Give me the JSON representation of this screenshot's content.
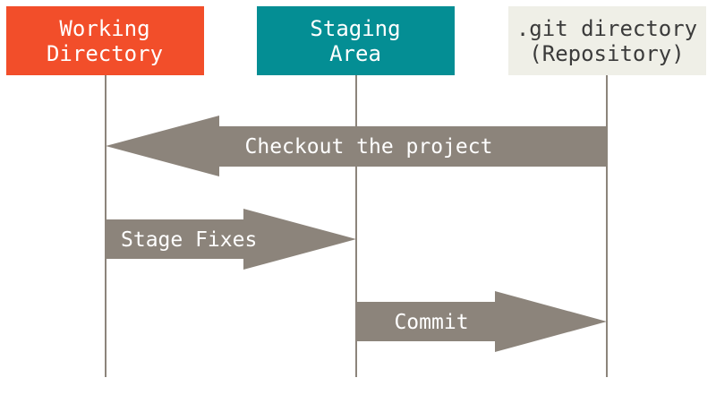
{
  "columns": [
    {
      "id": "working",
      "line1": "Working",
      "line2": "Directory",
      "fill": "#f24e2a",
      "text_color": "#ffffff"
    },
    {
      "id": "staging",
      "line1": "Staging",
      "line2": "Area",
      "fill": "#048e94",
      "text_color": "#ffffff"
    },
    {
      "id": "repo",
      "line1": ".git directory",
      "line2": "(Repository)",
      "fill": "#efefe7",
      "text_color": "#3b3b3b"
    }
  ],
  "arrows": [
    {
      "id": "checkout",
      "label": "Checkout the project",
      "from": "repo",
      "to": "working"
    },
    {
      "id": "stage",
      "label": "Stage Fixes",
      "from": "working",
      "to": "staging"
    },
    {
      "id": "commit",
      "label": "Commit",
      "from": "staging",
      "to": "repo"
    }
  ],
  "colors": {
    "arrow": "#8c847b",
    "lifeline": "#8c847b"
  }
}
